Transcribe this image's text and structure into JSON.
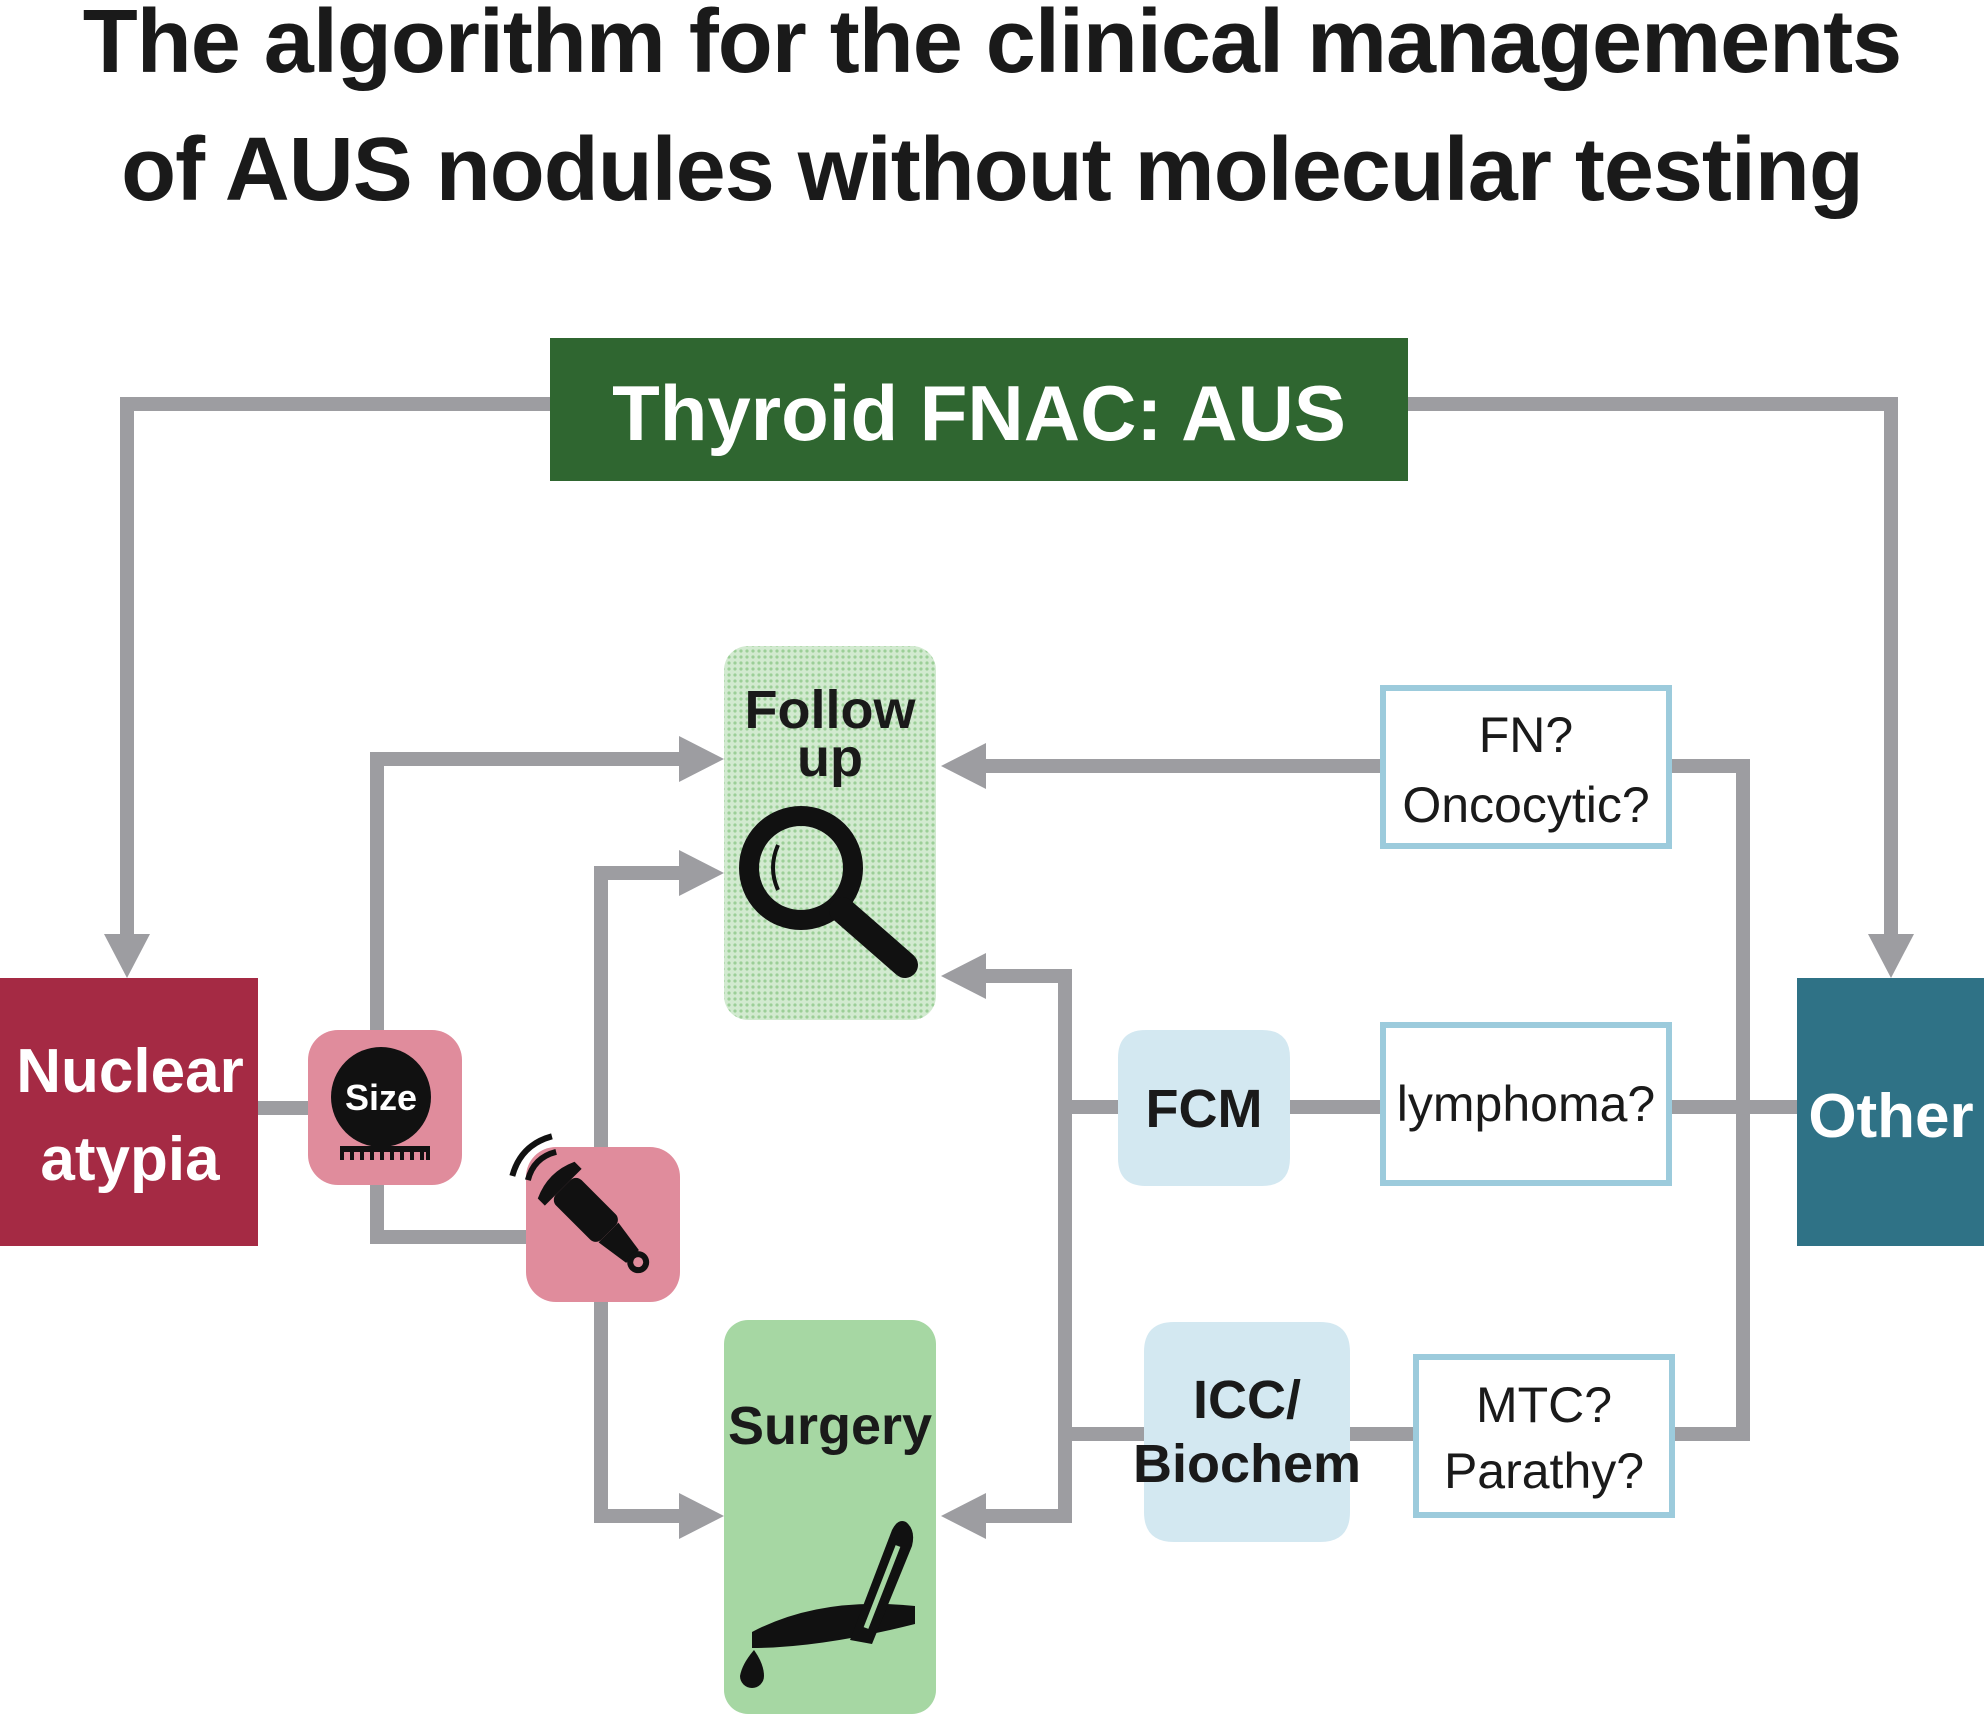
{
  "title": {
    "line1": "The algorithm for the clinical managements",
    "line2": "of AUS nodules without molecular testing"
  },
  "header": {
    "label": "Thyroid FNAC: AUS",
    "color": "#2f6630"
  },
  "nuclear_atypia": {
    "line1": "Nuclear",
    "line2": "atypia",
    "color": "#a52a44"
  },
  "other": {
    "label": "Other",
    "color": "#2f7286"
  },
  "size_badge": {
    "label": "Size",
    "icon": "size-ruler-icon",
    "color": "#e08c9c"
  },
  "ultrasound": {
    "icon": "ultrasound-probe-icon",
    "color": "#e08c9c"
  },
  "follow_up": {
    "line1": "Follow",
    "line2": "up",
    "icon": "magnifier-icon",
    "color": "#a9d7a6"
  },
  "surgery": {
    "label": "Surgery",
    "icon": "scalpel-icon",
    "color": "#a6d7a3"
  },
  "fcm": {
    "label": "FCM",
    "color": "#d3e8f1"
  },
  "icc": {
    "line1": "ICC/",
    "line2": "Biochem",
    "color": "#d3e8f1"
  },
  "questions": {
    "fn": {
      "line1": "FN?",
      "line2": "Oncocytic?"
    },
    "lymphoma": {
      "label": "lymphoma?"
    },
    "mtc": {
      "line1": "MTC?",
      "line2": "Parathy?"
    },
    "border_color": "#9ccbdc"
  },
  "connector_color": "#9d9da1"
}
